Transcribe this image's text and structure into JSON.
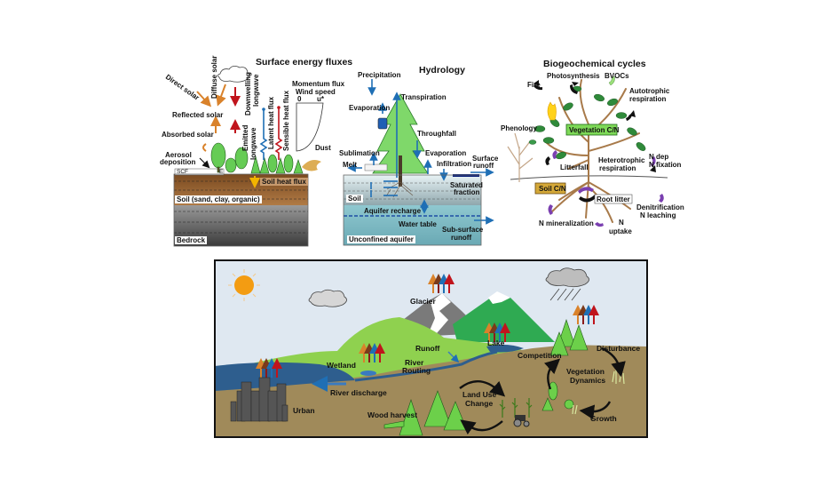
{
  "panels": {
    "surface_energy": {
      "title": "Surface energy fluxes",
      "labels": {
        "direct_solar": "Direct solar",
        "diffuse_solar": "Diffuse solar",
        "downwelling_longwave_1": "Downwelling",
        "downwelling_longwave_2": "longwave",
        "emitted_longwave_1": "Emitted",
        "emitted_longwave_2": "longwave",
        "latent_heat": "Latent heat flux",
        "sensible_heat": "Sensible heat flux",
        "momentum_flux": "Momentum flux",
        "wind_speed": "Wind speed",
        "wind_zero": "0",
        "wind_ustar": "u*",
        "reflected_solar": "Reflected solar",
        "absorbed_solar": "Absorbed solar",
        "aerosol_1": "Aerosol",
        "aerosol_2": "deposition",
        "dust": "Dust",
        "scf": "SCF",
        "e": "E",
        "soil_heat_flux": "Soil heat flux",
        "soil": "Soil (sand, clay, organic)",
        "bedrock": "Bedrock"
      }
    },
    "hydrology": {
      "title": "Hydrology",
      "labels": {
        "precipitation": "Precipitation",
        "transpiration": "Transpiration",
        "evaporation_top": "Evaporation",
        "throughfall": "Throughfall",
        "sublimation": "Sublimation",
        "evaporation_ground": "Evaporation",
        "melt": "Melt",
        "infiltration": "Infiltration",
        "surface_runoff_1": "Surface",
        "surface_runoff_2": "runoff",
        "saturated_1": "Saturated",
        "saturated_2": "fraction",
        "soil": "Soil",
        "aquifer_recharge": "Aquifer recharge",
        "water_table": "Water table",
        "subsurface_1": "Sub-surface",
        "subsurface_2": "runoff",
        "unconfined_aquifer": "Unconfined aquifer"
      }
    },
    "biogeochemical": {
      "title": "Biogeochemical cycles",
      "labels": {
        "photosynthesis": "Photosynthesis",
        "bvocs": "BVOCs",
        "fire": "Fire",
        "autotrophic_1": "Autotrophic",
        "autotrophic_2": "respiration",
        "phenology": "Phenology",
        "vegetation_cn": "Vegetation C/N",
        "litterfall": "Litterfall",
        "heterotrophic_1": "Heterotrophic",
        "heterotrophic_2": "respiration",
        "ndep_1": "N dep",
        "ndep_2": "N fixation",
        "soil_cn": "Soil C/N",
        "root_litter": "Root litter",
        "denitrification_1": "Denitrification",
        "denitrification_2": "N leaching",
        "n_mineralization": "N mineralization",
        "n_uptake_1": "N",
        "n_uptake_2": "uptake"
      }
    },
    "landscape": {
      "labels": {
        "glacier": "Glacier",
        "lake": "Lake",
        "runoff": "Runoff",
        "wetland": "Wetland",
        "river_routing_1": "River",
        "river_routing_2": "Routing",
        "river_discharge": "River discharge",
        "urban": "Urban",
        "wood_harvest": "Wood harvest",
        "land_use_1": "Land Use",
        "land_use_2": "Change",
        "competition": "Competition",
        "disturbance": "Disturbance",
        "veg_dyn_1": "Vegetation",
        "veg_dyn_2": "Dynamics",
        "growth": "Growth"
      }
    }
  },
  "colors": {
    "solar": "#d9822b",
    "longwave": "#c0141c",
    "latent": "#1f6fb5",
    "water_blue": "#2a6db0",
    "soil_brown": "#8a5a2b",
    "bedrock": "#5a5a5a",
    "sky": "#dfe8f1",
    "grass": "#8fd14f",
    "ground": "#a08a5a",
    "tree": "#5cc24a",
    "purple": "#7a3fb0"
  }
}
